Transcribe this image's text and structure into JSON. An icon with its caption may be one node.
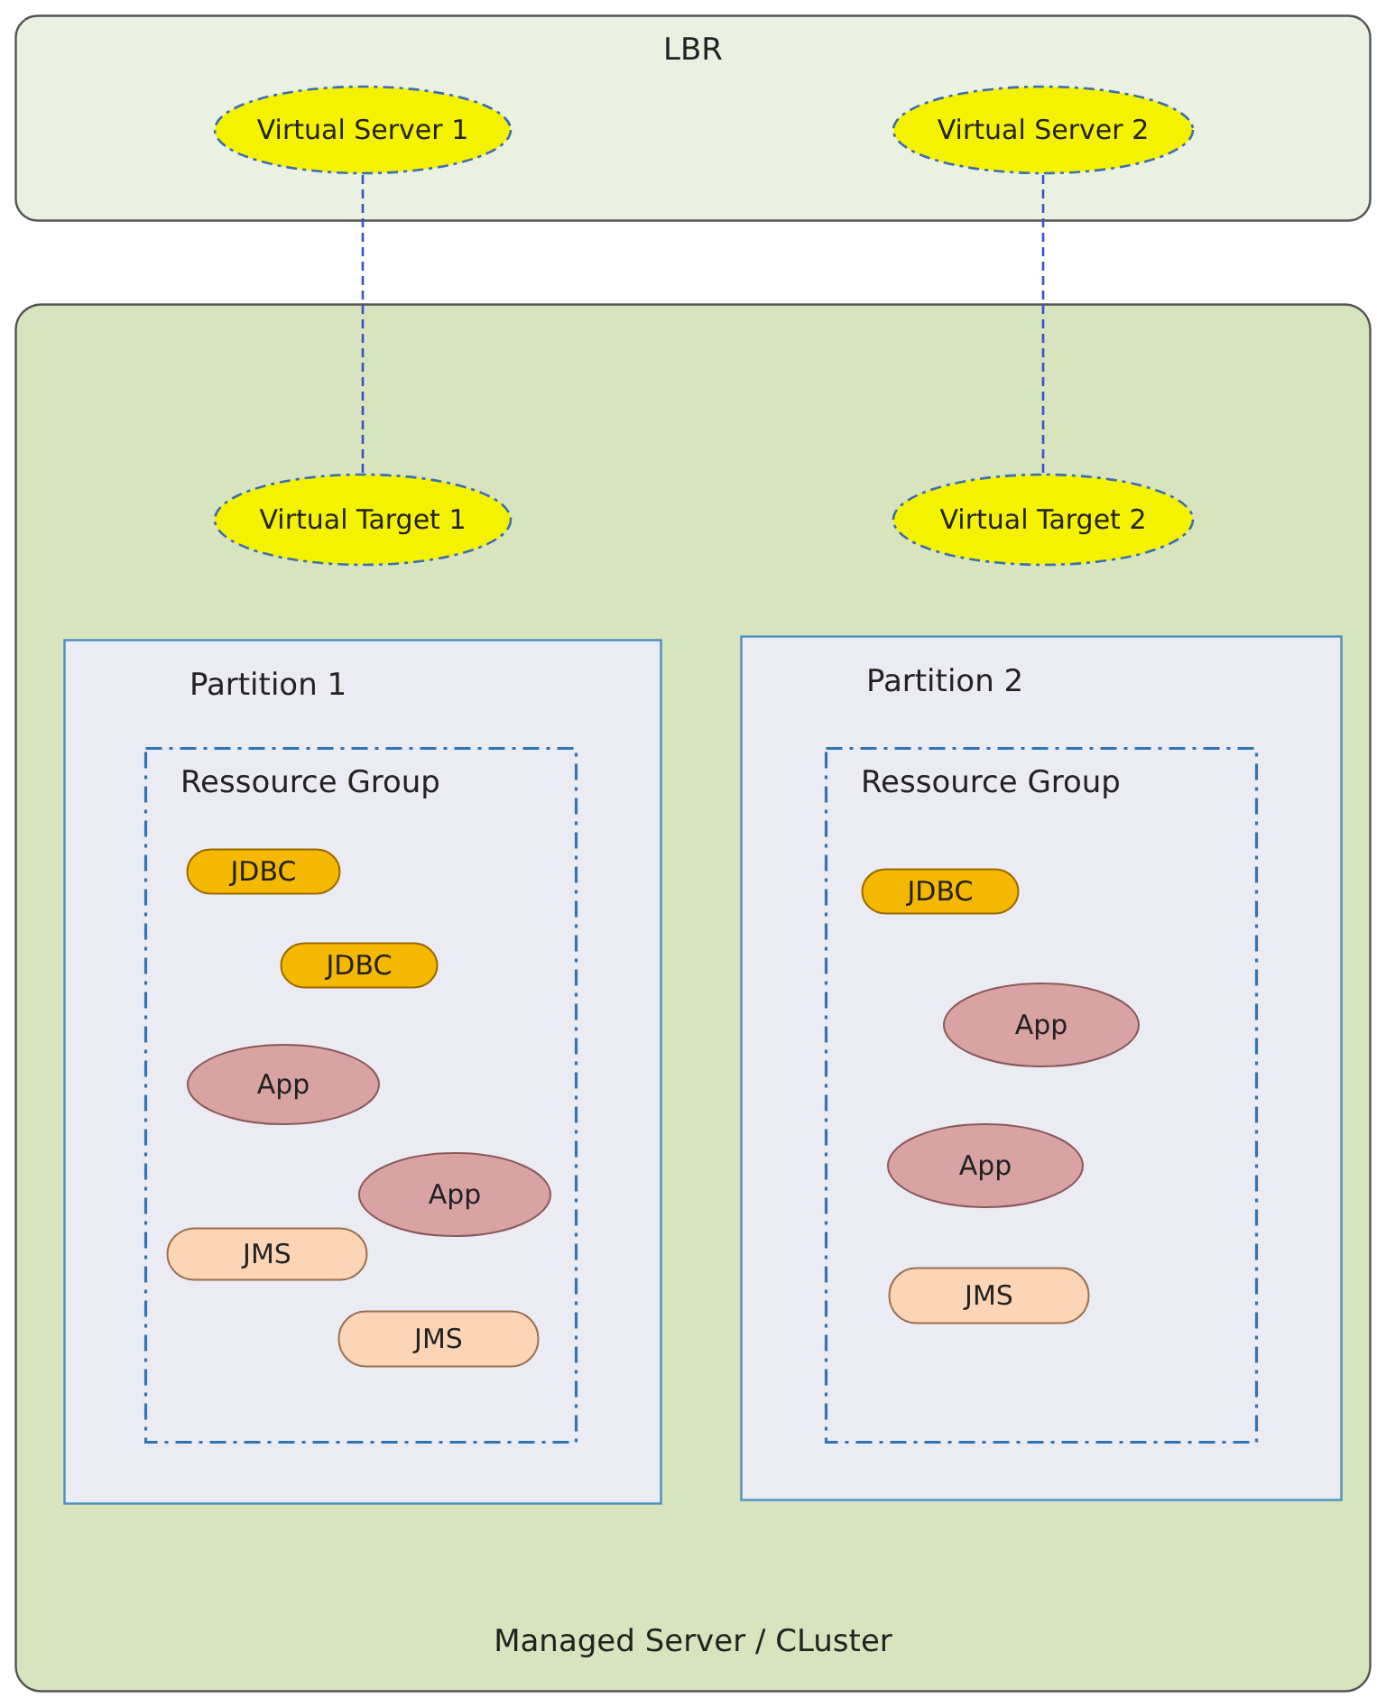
{
  "diagram": {
    "nodes": [
      {
        "text": [
          "LBR"
        ]
      },
      {
        "text": [
          "Virtual Server 1"
        ],
        "in": 0
      },
      {
        "text": [
          "Virtual Server 2"
        ],
        "in": 0
      },
      {
        "text": [
          "Managed Server / CLuster"
        ]
      },
      {
        "text": [
          "Virtual Target 1"
        ],
        "in": 3
      },
      {
        "text": [
          "Virtual Target 2"
        ],
        "in": 3
      },
      {
        "text": [
          "Partition 1"
        ],
        "in": 3
      },
      {
        "text": [
          "Ressource Group"
        ],
        "in": 6
      },
      {
        "text": [
          "JDBC"
        ],
        "in": 7
      },
      {
        "text": [
          "JDBC"
        ],
        "in": 7
      },
      {
        "text": [
          "App"
        ],
        "in": 7
      },
      {
        "text": [
          "App"
        ],
        "in": 7
      },
      {
        "text": [
          "JMS"
        ],
        "in": 7
      },
      {
        "text": [
          "JMS"
        ],
        "in": 7
      },
      {
        "text": [
          "Partition 2"
        ],
        "in": 3
      },
      {
        "text": [
          "Ressource Group"
        ],
        "in": 14
      },
      {
        "text": [
          "JDBC"
        ],
        "in": 15
      },
      {
        "text": [
          "App"
        ],
        "in": 15
      },
      {
        "text": [
          "App"
        ],
        "in": 15
      },
      {
        "text": [
          "JMS"
        ],
        "in": 15
      }
    ],
    "edges": [
      {
        "from": 1,
        "to": 4,
        "arrow": "none",
        "style": "dashed"
      },
      {
        "from": 2,
        "to": 5,
        "arrow": "none",
        "style": "dashed"
      }
    ]
  }
}
